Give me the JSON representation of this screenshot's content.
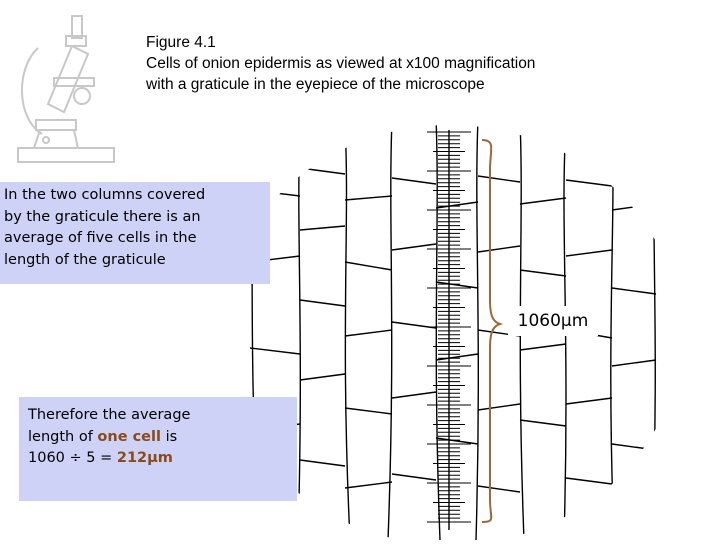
{
  "figure": {
    "label": "Figure 4.1",
    "caption_line1": "Cells of onion epidermis as viewed at x100 magnification",
    "caption_line2": "with a graticule in the eyepiece of the microscope"
  },
  "info_box": {
    "lines": [
      "In the two columns covered",
      "by the graticule there is an",
      "average of five cells in the",
      "length of the graticule"
    ]
  },
  "measurement": {
    "label": "1060µm"
  },
  "result_box": {
    "line1_prefix": "Therefore the average",
    "line2_prefix": "length of",
    "line2_highlight": "one cell",
    "line2_suffix": "is",
    "line3_prefix": "1060 ÷ 5 =",
    "line3_highlight": "212µm"
  },
  "colors": {
    "box_fill": "#cfd2f7",
    "highlight": "#8a4a1a",
    "bracket": "#9a6a3a"
  },
  "icons": [
    "microscope-icon"
  ]
}
